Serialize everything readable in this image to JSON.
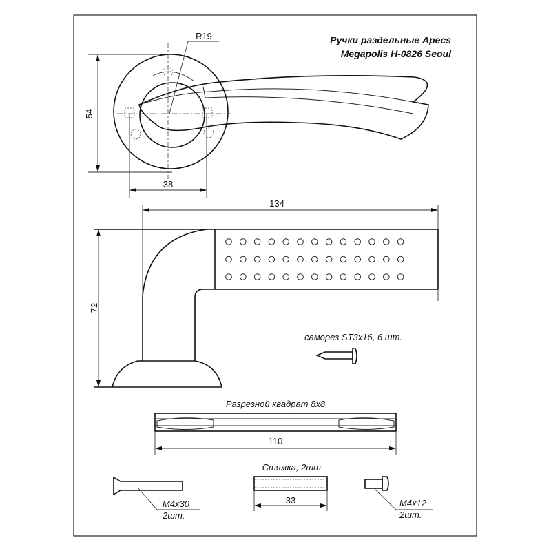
{
  "title": {
    "line1": "Ручки раздельные Apecs",
    "line2": "Megapolis H-0826 Seoul"
  },
  "top_view": {
    "radius_label": "R19",
    "height_dim": "54",
    "hole_spacing_dim": "38"
  },
  "side_view": {
    "length_dim": "134",
    "height_dim": "72",
    "dot_rows": 3,
    "dot_cols": 13
  },
  "screw": {
    "label": "саморез ST3x16, 6 шт."
  },
  "spindle": {
    "label": "Разрезной квадрат 8x8",
    "length_dim": "110"
  },
  "bolt_long": {
    "size": "M4x30",
    "qty": "2шт."
  },
  "coupler": {
    "label": "Стяжка, 2шт.",
    "length_dim": "33"
  },
  "bolt_short": {
    "size": "M4x12",
    "qty": "2шт."
  }
}
